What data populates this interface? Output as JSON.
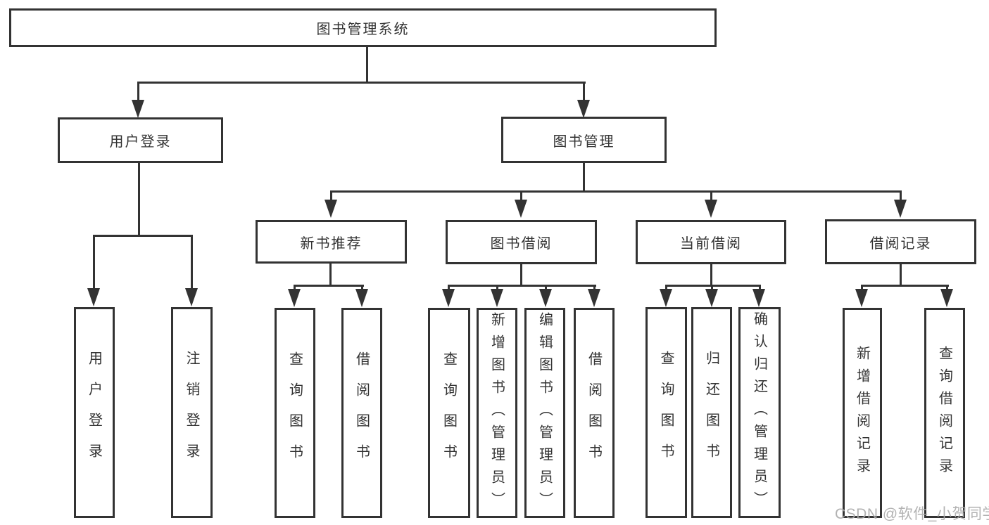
{
  "diagram": {
    "colors": {
      "line": "#333333",
      "text": "#333333",
      "background": "#ffffff",
      "watermark": "#aaaaaa"
    },
    "tree": {
      "label": "图书管理系统",
      "children": [
        {
          "label": "用户登录",
          "children": [
            {
              "label": "用户登录"
            },
            {
              "label": "注销登录"
            }
          ]
        },
        {
          "label": "图书管理",
          "children": [
            {
              "label": "新书推荐",
              "children": [
                {
                  "label": "查询图书"
                },
                {
                  "label": "借阅图书"
                }
              ]
            },
            {
              "label": "图书借阅",
              "children": [
                {
                  "label": "查询图书"
                },
                {
                  "label": "新增图书（管理员）"
                },
                {
                  "label": "编辑图书（管理员）"
                },
                {
                  "label": "借阅图书"
                }
              ]
            },
            {
              "label": "当前借阅",
              "children": [
                {
                  "label": "查询图书"
                },
                {
                  "label": "归还图书"
                },
                {
                  "label": "确认归还（管理员）"
                }
              ]
            },
            {
              "label": "借阅记录",
              "children": [
                {
                  "label": "新增借阅记录"
                },
                {
                  "label": "查询借阅记录"
                }
              ]
            }
          ]
        }
      ]
    },
    "watermark": "CSDN @软件_小贺同学"
  }
}
